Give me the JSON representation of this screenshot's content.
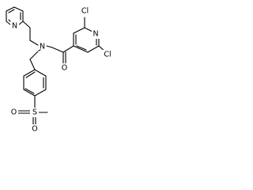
{
  "molecule": {
    "labels": {
      "cl_top": "Cl",
      "cl_right": "Cl",
      "n_pyridine_right": "N",
      "n_pyridine_left": "N",
      "n_amide": "N",
      "o_amide": "O",
      "s_sulfonyl": "S",
      "o_sulfonyl_left": "O",
      "o_sulfonyl_bottom": "O"
    }
  }
}
